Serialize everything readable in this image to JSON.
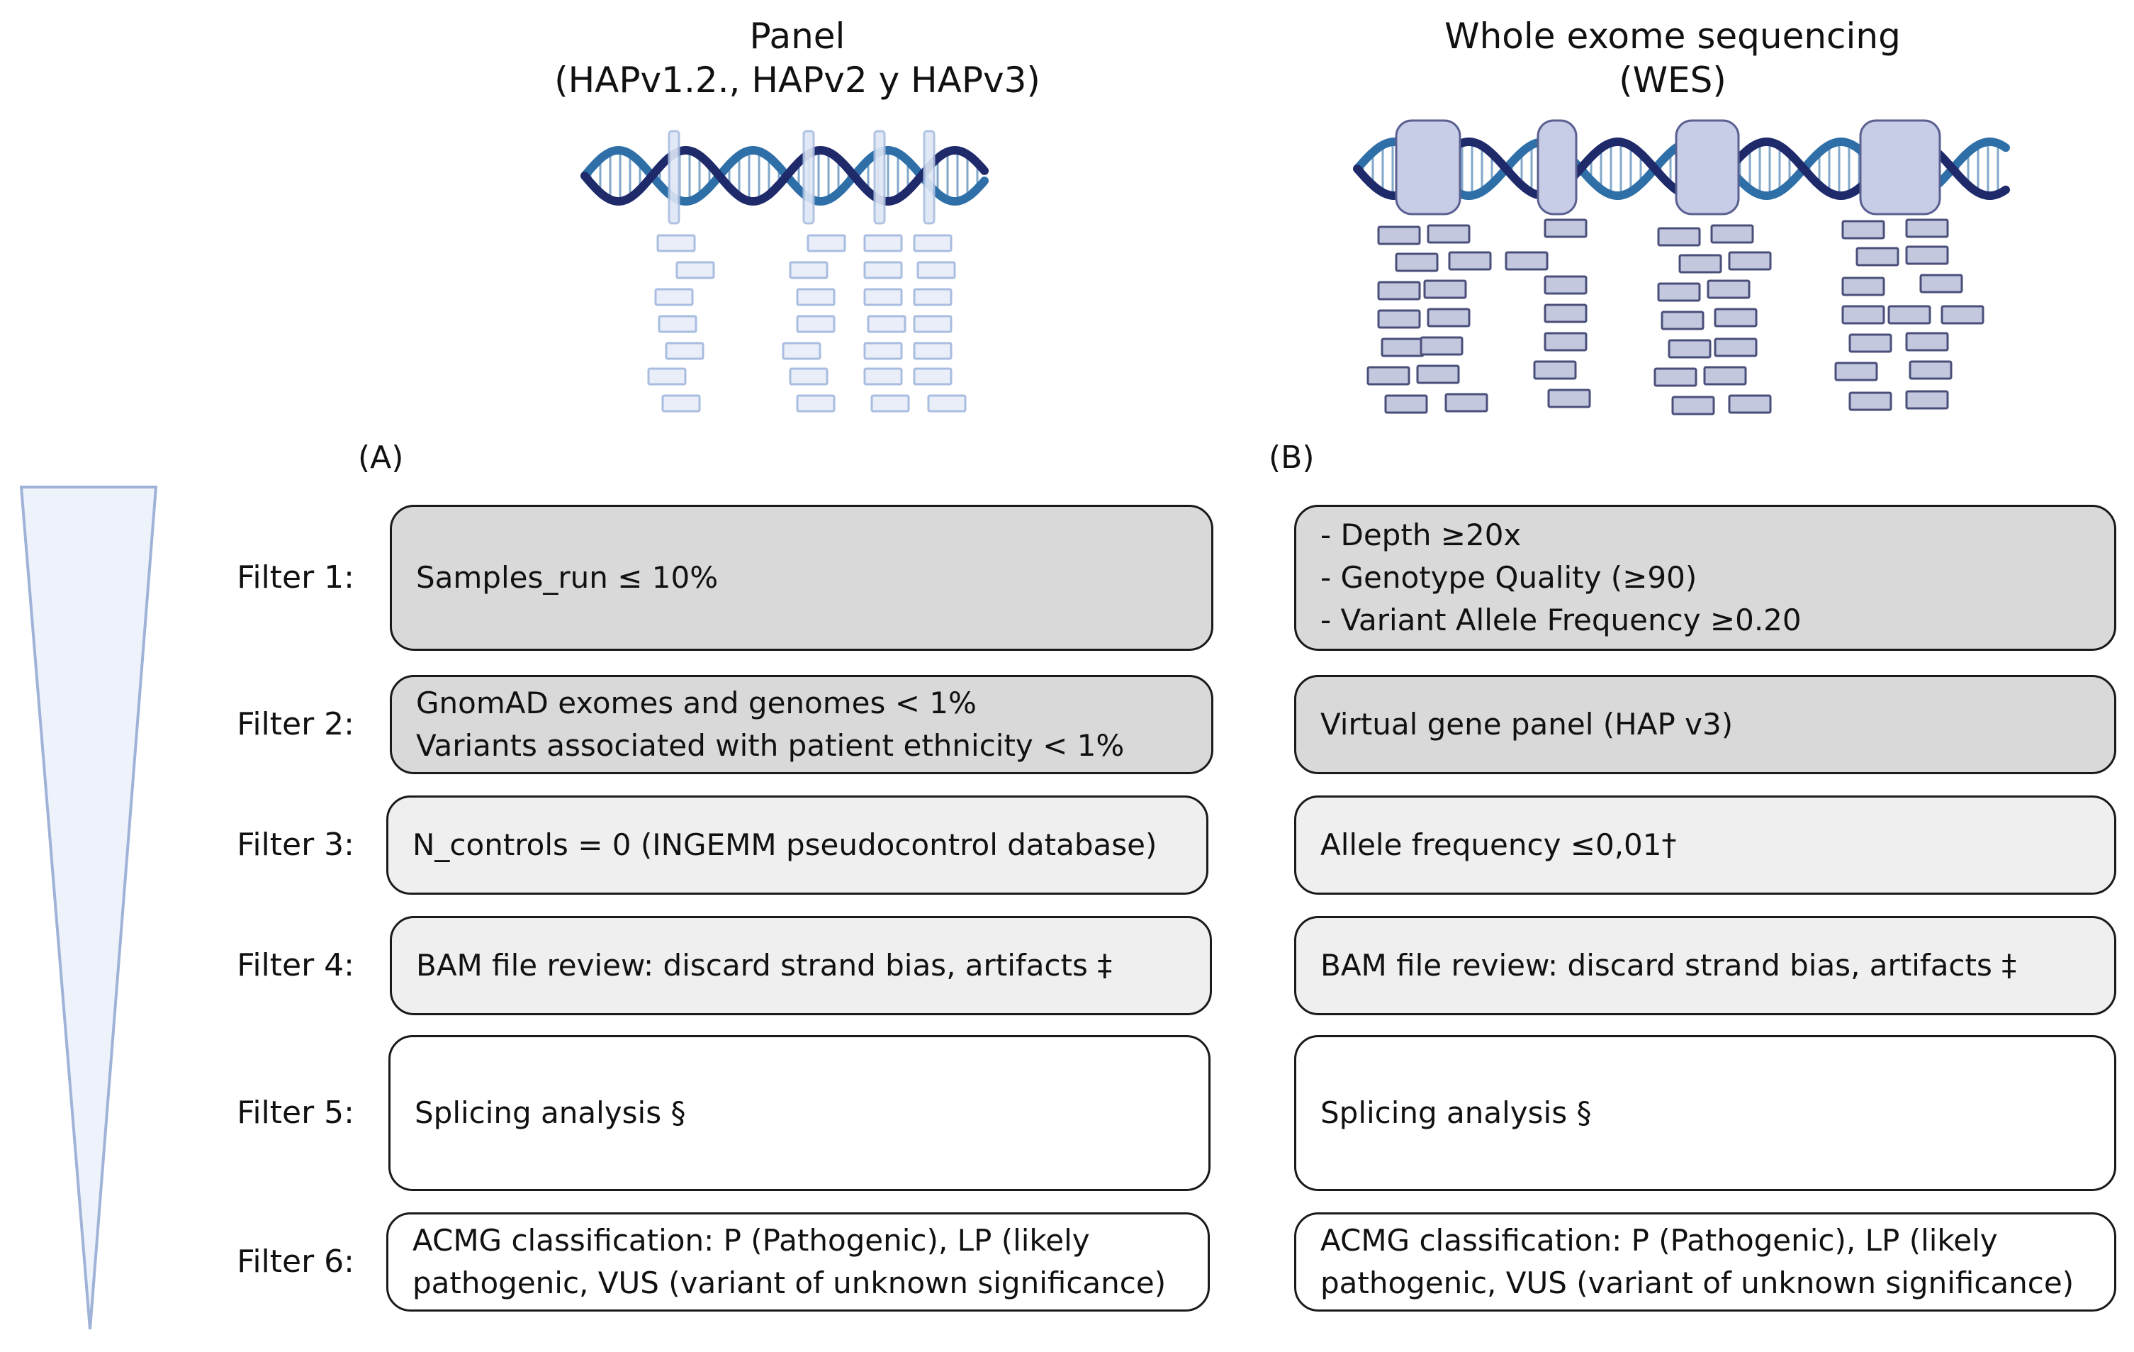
{
  "panel_a": {
    "title_line1": "Panel",
    "title_line2": "(HAPv1.2., HAPv2 y HAPv3)",
    "label": "(A)"
  },
  "panel_b": {
    "title_line1": "Whole exome sequencing",
    "title_line2": "(WES)",
    "label": "(B)"
  },
  "filters": [
    {
      "label": "Filter 1:",
      "a": [
        "Samples_run ≤ 10%"
      ],
      "b": [
        "- Depth ≥20x",
        "- Genotype Quality (≥90)",
        "- Variant Allele Frequency ≥0.20"
      ]
    },
    {
      "label": "Filter 2:",
      "a": [
        "GnomAD exomes and genomes < 1%",
        "Variants associated with patient ethnicity < 1%"
      ],
      "b": [
        "Virtual gene panel (HAP v3)"
      ]
    },
    {
      "label": "Filter 3:",
      "a": [
        "N_controls = 0 (INGEMM pseudocontrol database)"
      ],
      "b": [
        "Allele frequency ≤0,01†"
      ]
    },
    {
      "label": "Filter 4:",
      "a": [
        "BAM file review: discard strand bias, artifacts ‡"
      ],
      "b": [
        "BAM file review: discard strand bias, artifacts ‡"
      ]
    },
    {
      "label": "Filter 5:",
      "a": [
        "Splicing analysis §"
      ],
      "b": [
        "Splicing analysis §"
      ]
    },
    {
      "label": "Filter 6:",
      "a": [
        "ACMG classification: P (Pathogenic), LP (likely",
        "pathogenic, VUS (variant of unknown significance)"
      ],
      "b": [
        "ACMG classification: P (Pathogenic), LP (likely",
        "pathogenic, VUS (variant of unknown significance)"
      ]
    }
  ],
  "colors": {
    "dna_dark": "#1f2a6b",
    "dna_mid": "#2f6fa8",
    "read_panel": "#a9bde0",
    "read_wes": "#4a4f7a",
    "funnel_fill": "#eef2fb",
    "funnel_stroke": "#9fb3d8"
  }
}
